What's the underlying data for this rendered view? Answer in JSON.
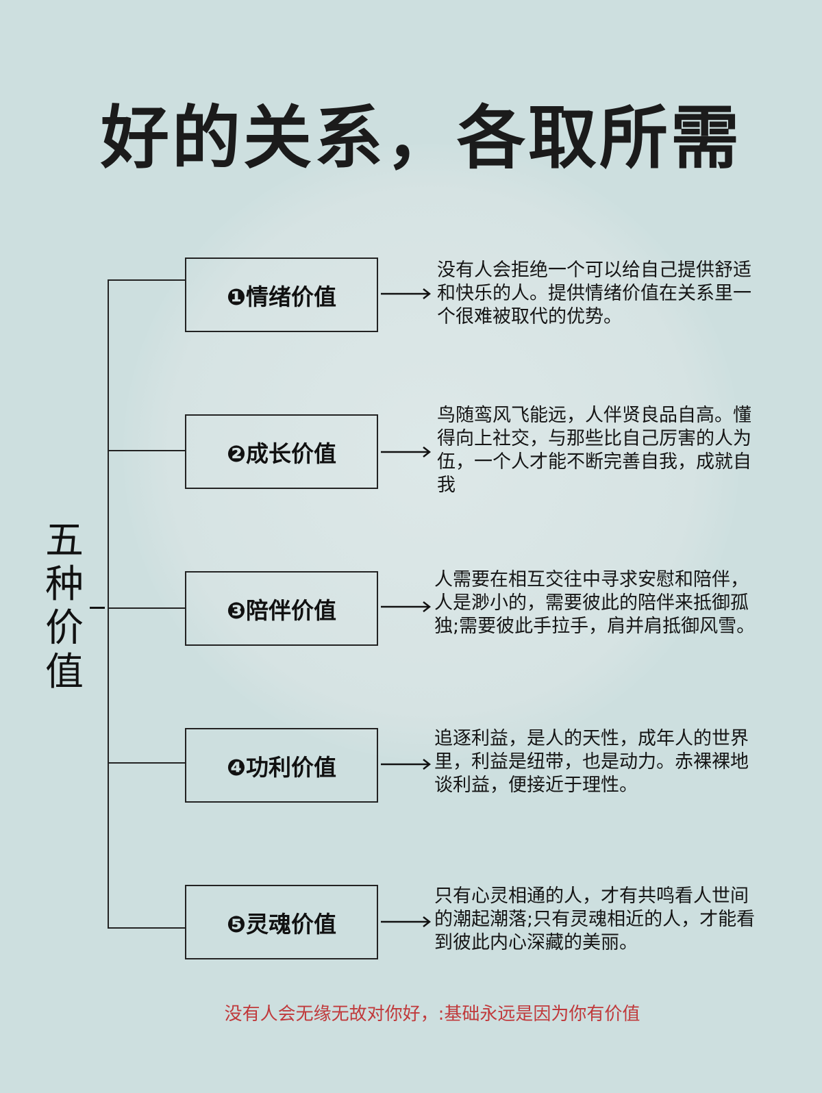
{
  "title": "好的关系，各取所需",
  "side_label": "五种价值",
  "items": [
    {
      "label": "❶情绪价值",
      "desc": "没有人会拒绝一个可以给自己提供舒适和快乐的人。提供情绪价值在关系里一个很难被取代的优势。"
    },
    {
      "label": "❷成长价值",
      "desc": "鸟随鸾风飞能远，人伴贤良品自高。懂得向上社交，与那些比自己厉害的人为伍，一个人才能不断完善自我，成就自我"
    },
    {
      "label": "❸陪伴价值",
      "desc": "人需要在相互交往中寻求安慰和陪伴，人是渺小的，需要彼此的陪伴来抵御孤独;需要彼此手拉手，肩并肩抵御风雪。"
    },
    {
      "label": "❹功利价值",
      "desc": "追逐利益，是人的天性，成年人的世界里，利益是纽带，也是动力。赤裸裸地谈利益，便接近于理性。"
    },
    {
      "label": "❺灵魂价值",
      "desc": "只有心灵相通的人，才有共鸣看人世间的潮起潮落;只有灵魂相近的人，才能看到彼此内心深藏的美丽。"
    }
  ],
  "footer": "没有人会无缘无故对你好，:基础永远是因为你有价值",
  "colors": {
    "background": "#cddfdf",
    "footer": "#c0393b"
  }
}
